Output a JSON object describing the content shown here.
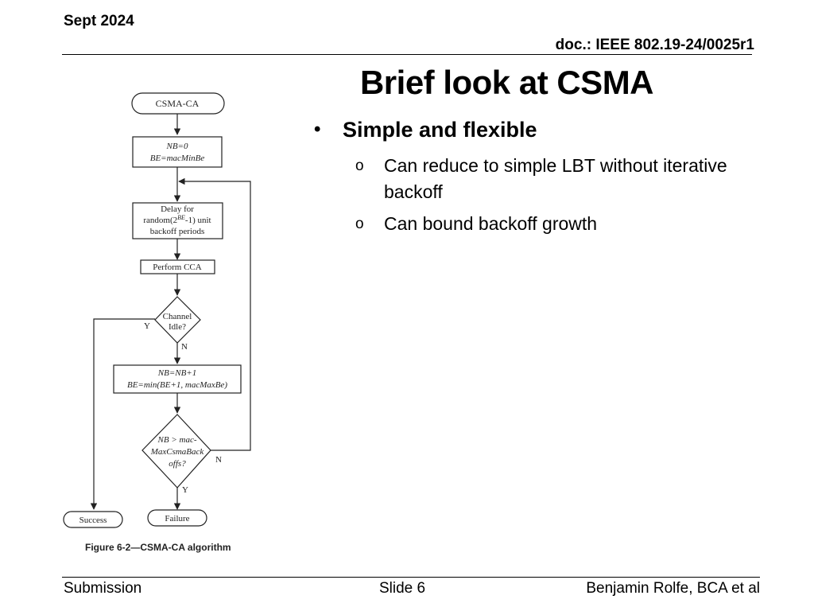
{
  "header": {
    "date": "Sept 2024",
    "doc_id": "doc.: IEEE 802.19-24/0025r1"
  },
  "title": "Brief look at CSMA",
  "bullets": {
    "main": "Simple and flexible",
    "subs": [
      "Can reduce to simple LBT without iterative backoff",
      "Can bound backoff growth"
    ]
  },
  "flowchart": {
    "start": "CSMA-CA",
    "init_line1": "NB=0",
    "init_line2": "BE=macMinBe",
    "delay_line1": "Delay for",
    "delay_line2_prefix": "random(2",
    "delay_line2_sup": "BE",
    "delay_line2_suffix": "-1) unit",
    "delay_line3": "backoff periods",
    "cca": "Perform CCA",
    "idle_line1": "Channel",
    "idle_line2": "Idle?",
    "idle_yes": "Y",
    "idle_no": "N",
    "update_line1": "NB=NB+1",
    "update_line2": "BE=min(BE+1, macMaxBe)",
    "check_line1": "NB > mac-",
    "check_line2": "MaxCsmaBack",
    "check_line3": "offs?",
    "check_no": "N",
    "check_yes": "Y",
    "success": "Success",
    "failure": "Failure"
  },
  "caption": "Figure 6-2—CSMA-CA algorithm",
  "footer": {
    "left": "Submission",
    "center": "Slide 6",
    "right": "Benjamin Rolfe, BCA et al"
  }
}
